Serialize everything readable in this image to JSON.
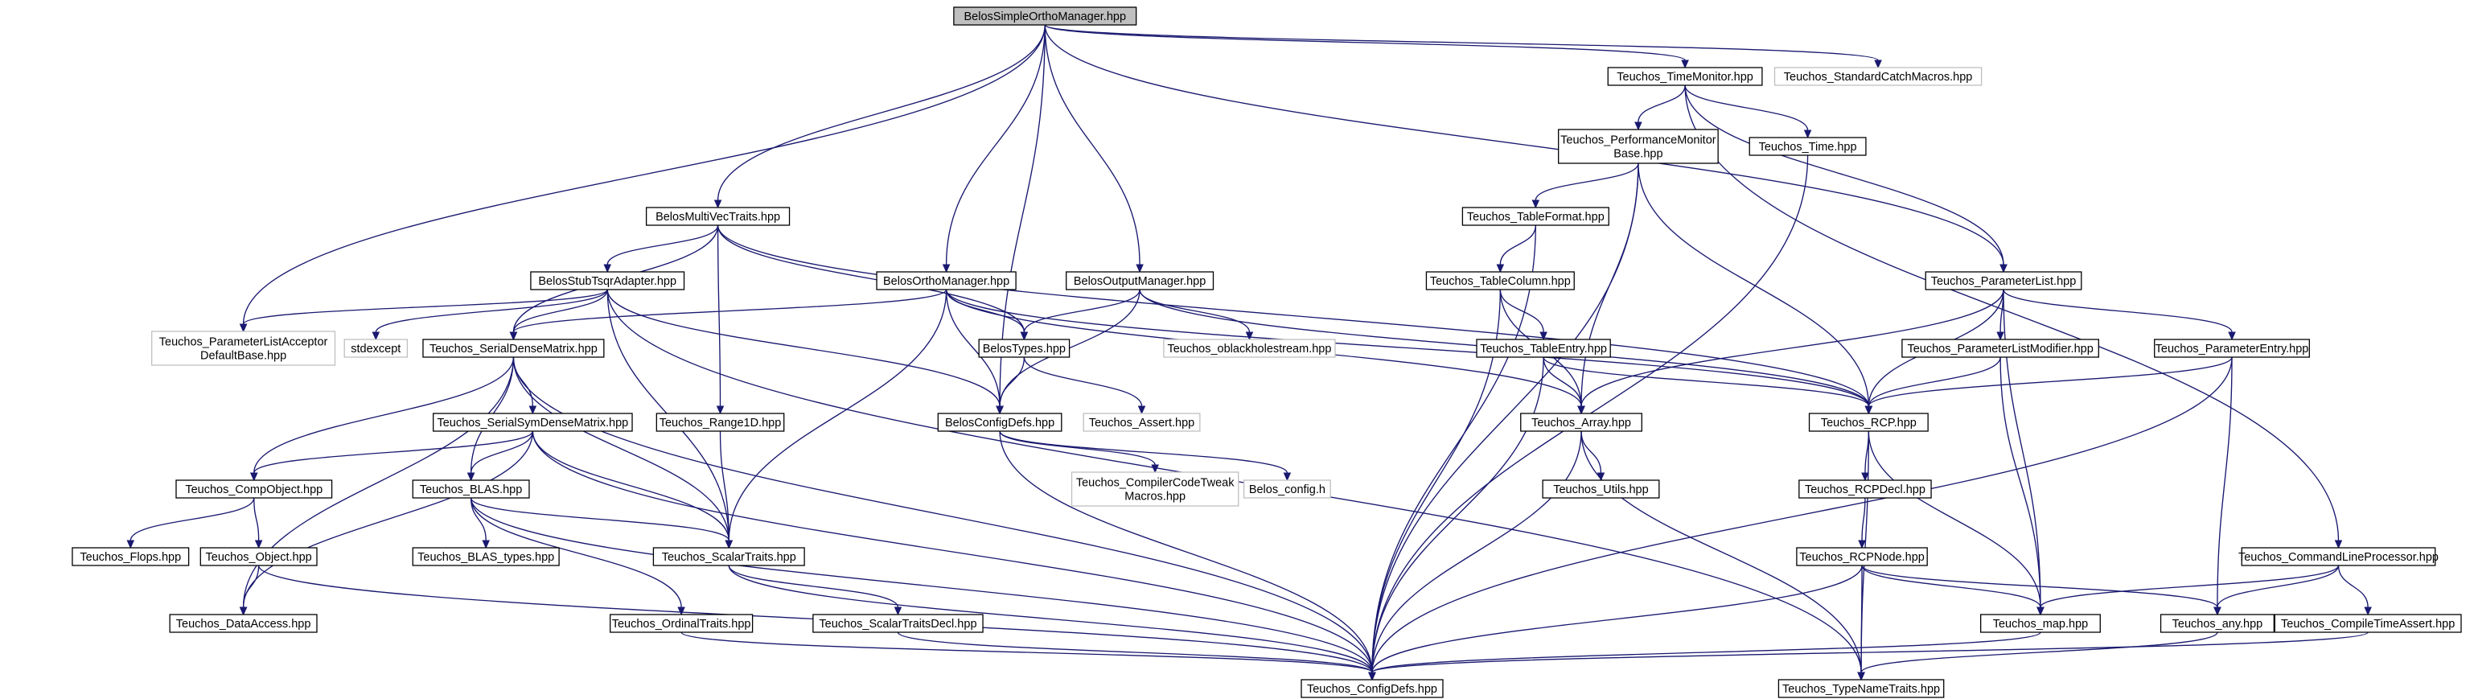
{
  "colors": {
    "edge": "#191970",
    "node_border": "#000000",
    "external_node_border": "#bfbfbf",
    "root_fill": "#bfbfbf",
    "node_fill": "#ffffff",
    "text": "#000000",
    "external_text": "#404040"
  },
  "graph": {
    "nodes": [
      {
        "id": "BelosSimpleOrthoManager",
        "lines": [
          "BelosSimpleOrthoManager.hpp"
        ],
        "kind": "root"
      },
      {
        "id": "TimeMonitor",
        "lines": [
          "Teuchos_TimeMonitor.hpp"
        ],
        "kind": "normal"
      },
      {
        "id": "StandardCatchMacros",
        "lines": [
          "Teuchos_StandardCatchMacros.hpp"
        ],
        "kind": "external"
      },
      {
        "id": "PerformanceMonitorBase",
        "lines": [
          "Teuchos_PerformanceMonitor",
          "Base.hpp"
        ],
        "kind": "normal"
      },
      {
        "id": "Time",
        "lines": [
          "Teuchos_Time.hpp"
        ],
        "kind": "normal"
      },
      {
        "id": "BelosMultiVecTraits",
        "lines": [
          "BelosMultiVecTraits.hpp"
        ],
        "kind": "normal"
      },
      {
        "id": "TableFormat",
        "lines": [
          "Teuchos_TableFormat.hpp"
        ],
        "kind": "normal"
      },
      {
        "id": "BelosStubTsqrAdapter",
        "lines": [
          "BelosStubTsqrAdapter.hpp"
        ],
        "kind": "normal"
      },
      {
        "id": "BelosOrthoManager",
        "lines": [
          "BelosOrthoManager.hpp"
        ],
        "kind": "normal"
      },
      {
        "id": "BelosOutputManager",
        "lines": [
          "BelosOutputManager.hpp"
        ],
        "kind": "normal"
      },
      {
        "id": "TableColumn",
        "lines": [
          "Teuchos_TableColumn.hpp"
        ],
        "kind": "normal"
      },
      {
        "id": "ParameterList",
        "lines": [
          "Teuchos_ParameterList.hpp"
        ],
        "kind": "normal"
      },
      {
        "id": "ParameterListAcceptorDefaultBase",
        "lines": [
          "Teuchos_ParameterListAcceptor",
          "DefaultBase.hpp"
        ],
        "kind": "external"
      },
      {
        "id": "stdexcept",
        "lines": [
          "stdexcept"
        ],
        "kind": "external"
      },
      {
        "id": "SerialDenseMatrix",
        "lines": [
          "Teuchos_SerialDenseMatrix.hpp"
        ],
        "kind": "normal"
      },
      {
        "id": "BelosTypes",
        "lines": [
          "BelosTypes.hpp"
        ],
        "kind": "normal"
      },
      {
        "id": "oblackholestream",
        "lines": [
          "Teuchos_oblackholestream.hpp"
        ],
        "kind": "external"
      },
      {
        "id": "TableEntry",
        "lines": [
          "Teuchos_TableEntry.hpp"
        ],
        "kind": "normal"
      },
      {
        "id": "ParameterListModifier",
        "lines": [
          "Teuchos_ParameterListModifier.hpp"
        ],
        "kind": "normal"
      },
      {
        "id": "ParameterEntry",
        "lines": [
          "Teuchos_ParameterEntry.hpp"
        ],
        "kind": "normal"
      },
      {
        "id": "SerialSymDenseMatrix",
        "lines": [
          "Teuchos_SerialSymDenseMatrix.hpp"
        ],
        "kind": "normal"
      },
      {
        "id": "Range1D",
        "lines": [
          "Teuchos_Range1D.hpp"
        ],
        "kind": "normal"
      },
      {
        "id": "BelosConfigDefs",
        "lines": [
          "BelosConfigDefs.hpp"
        ],
        "kind": "normal"
      },
      {
        "id": "Assert",
        "lines": [
          "Teuchos_Assert.hpp"
        ],
        "kind": "external"
      },
      {
        "id": "Array",
        "lines": [
          "Teuchos_Array.hpp"
        ],
        "kind": "normal"
      },
      {
        "id": "RCP",
        "lines": [
          "Teuchos_RCP.hpp"
        ],
        "kind": "normal"
      },
      {
        "id": "CompObject",
        "lines": [
          "Teuchos_CompObject.hpp"
        ],
        "kind": "normal"
      },
      {
        "id": "BLAS",
        "lines": [
          "Teuchos_BLAS.hpp"
        ],
        "kind": "normal"
      },
      {
        "id": "CompilerCodeTweakMacros",
        "lines": [
          "Teuchos_CompilerCodeTweak",
          "Macros.hpp"
        ],
        "kind": "external"
      },
      {
        "id": "Belos_config",
        "lines": [
          "Belos_config.h"
        ],
        "kind": "external"
      },
      {
        "id": "Utils",
        "lines": [
          "Teuchos_Utils.hpp"
        ],
        "kind": "normal"
      },
      {
        "id": "RCPDecl",
        "lines": [
          "Teuchos_RCPDecl.hpp"
        ],
        "kind": "normal"
      },
      {
        "id": "Flops",
        "lines": [
          "Teuchos_Flops.hpp"
        ],
        "kind": "normal"
      },
      {
        "id": "Object",
        "lines": [
          "Teuchos_Object.hpp"
        ],
        "kind": "normal"
      },
      {
        "id": "BLAS_types",
        "lines": [
          "Teuchos_BLAS_types.hpp"
        ],
        "kind": "normal"
      },
      {
        "id": "ScalarTraits",
        "lines": [
          "Teuchos_ScalarTraits.hpp"
        ],
        "kind": "normal"
      },
      {
        "id": "RCPNode",
        "lines": [
          "Teuchos_RCPNode.hpp"
        ],
        "kind": "normal"
      },
      {
        "id": "CommandLineProcessor",
        "lines": [
          "Teuchos_CommandLineProcessor.hpp"
        ],
        "kind": "normal"
      },
      {
        "id": "DataAccess",
        "lines": [
          "Teuchos_DataAccess.hpp"
        ],
        "kind": "normal"
      },
      {
        "id": "OrdinalTraits",
        "lines": [
          "Teuchos_OrdinalTraits.hpp"
        ],
        "kind": "normal"
      },
      {
        "id": "ScalarTraitsDecl",
        "lines": [
          "Teuchos_ScalarTraitsDecl.hpp"
        ],
        "kind": "normal"
      },
      {
        "id": "map",
        "lines": [
          "Teuchos_map.hpp"
        ],
        "kind": "normal"
      },
      {
        "id": "any",
        "lines": [
          "Teuchos_any.hpp"
        ],
        "kind": "normal"
      },
      {
        "id": "CompileTimeAssert",
        "lines": [
          "Teuchos_CompileTimeAssert.hpp"
        ],
        "kind": "normal"
      },
      {
        "id": "ConfigDefs",
        "lines": [
          "Teuchos_ConfigDefs.hpp"
        ],
        "kind": "normal"
      },
      {
        "id": "TypeNameTraits",
        "lines": [
          "Teuchos_TypeNameTraits.hpp"
        ],
        "kind": "normal"
      }
    ],
    "edges": [
      [
        "BelosSimpleOrthoManager",
        "TimeMonitor"
      ],
      [
        "BelosSimpleOrthoManager",
        "StandardCatchMacros"
      ],
      [
        "BelosSimpleOrthoManager",
        "BelosMultiVecTraits"
      ],
      [
        "BelosSimpleOrthoManager",
        "BelosOrthoManager"
      ],
      [
        "BelosSimpleOrthoManager",
        "BelosOutputManager"
      ],
      [
        "BelosSimpleOrthoManager",
        "ParameterList"
      ],
      [
        "BelosSimpleOrthoManager",
        "ParameterListAcceptorDefaultBase"
      ],
      [
        "BelosSimpleOrthoManager",
        "BelosConfigDefs"
      ],
      [
        "TimeMonitor",
        "PerformanceMonitorBase"
      ],
      [
        "TimeMonitor",
        "Time"
      ],
      [
        "TimeMonitor",
        "ParameterList"
      ],
      [
        "TimeMonitor",
        "CommandLineProcessor"
      ],
      [
        "PerformanceMonitorBase",
        "TableFormat"
      ],
      [
        "PerformanceMonitorBase",
        "ConfigDefs"
      ],
      [
        "PerformanceMonitorBase",
        "Array"
      ],
      [
        "PerformanceMonitorBase",
        "RCP"
      ],
      [
        "Time",
        "ConfigDefs"
      ],
      [
        "TableFormat",
        "TableColumn"
      ],
      [
        "TableFormat",
        "ConfigDefs"
      ],
      [
        "TableColumn",
        "TableEntry"
      ],
      [
        "TableColumn",
        "Array"
      ],
      [
        "TableColumn",
        "ConfigDefs"
      ],
      [
        "TableEntry",
        "Array"
      ],
      [
        "TableEntry",
        "RCP"
      ],
      [
        "TableEntry",
        "ConfigDefs"
      ],
      [
        "BelosMultiVecTraits",
        "BelosStubTsqrAdapter"
      ],
      [
        "BelosMultiVecTraits",
        "SerialDenseMatrix"
      ],
      [
        "BelosMultiVecTraits",
        "BelosTypes"
      ],
      [
        "BelosMultiVecTraits",
        "Range1D"
      ],
      [
        "BelosMultiVecTraits",
        "RCP"
      ],
      [
        "BelosStubTsqrAdapter",
        "ParameterListAcceptorDefaultBase"
      ],
      [
        "BelosStubTsqrAdapter",
        "stdexcept"
      ],
      [
        "BelosStubTsqrAdapter",
        "SerialDenseMatrix"
      ],
      [
        "BelosStubTsqrAdapter",
        "BelosConfigDefs"
      ],
      [
        "BelosStubTsqrAdapter",
        "ScalarTraits"
      ],
      [
        "BelosStubTsqrAdapter",
        "TypeNameTraits"
      ],
      [
        "BelosOrthoManager",
        "SerialDenseMatrix"
      ],
      [
        "BelosOrthoManager",
        "BelosTypes"
      ],
      [
        "BelosOrthoManager",
        "BelosConfigDefs"
      ],
      [
        "BelosOrthoManager",
        "Array"
      ],
      [
        "BelosOrthoManager",
        "ScalarTraits"
      ],
      [
        "BelosOrthoManager",
        "RCP"
      ],
      [
        "BelosOutputManager",
        "BelosTypes"
      ],
      [
        "BelosOutputManager",
        "BelosConfigDefs"
      ],
      [
        "BelosOutputManager",
        "oblackholestream"
      ],
      [
        "BelosOutputManager",
        "RCP"
      ],
      [
        "BelosTypes",
        "BelosConfigDefs"
      ],
      [
        "BelosTypes",
        "Assert"
      ],
      [
        "BelosConfigDefs",
        "CompilerCodeTweakMacros"
      ],
      [
        "BelosConfigDefs",
        "Belos_config"
      ],
      [
        "BelosConfigDefs",
        "ConfigDefs"
      ],
      [
        "SerialDenseMatrix",
        "SerialSymDenseMatrix"
      ],
      [
        "SerialDenseMatrix",
        "CompObject"
      ],
      [
        "SerialDenseMatrix",
        "BLAS"
      ],
      [
        "SerialDenseMatrix",
        "ScalarTraits"
      ],
      [
        "SerialDenseMatrix",
        "DataAccess"
      ],
      [
        "SerialDenseMatrix",
        "ConfigDefs"
      ],
      [
        "SerialSymDenseMatrix",
        "CompObject"
      ],
      [
        "SerialSymDenseMatrix",
        "BLAS"
      ],
      [
        "SerialSymDenseMatrix",
        "ScalarTraits"
      ],
      [
        "SerialSymDenseMatrix",
        "DataAccess"
      ],
      [
        "SerialSymDenseMatrix",
        "ConfigDefs"
      ],
      [
        "CompObject",
        "Flops"
      ],
      [
        "CompObject",
        "Object"
      ],
      [
        "Object",
        "DataAccess"
      ],
      [
        "Object",
        "ConfigDefs"
      ],
      [
        "BLAS",
        "BLAS_types"
      ],
      [
        "BLAS",
        "ScalarTraits"
      ],
      [
        "BLAS",
        "OrdinalTraits"
      ],
      [
        "BLAS",
        "ConfigDefs"
      ],
      [
        "Range1D",
        "ScalarTraits"
      ],
      [
        "ScalarTraits",
        "ScalarTraitsDecl"
      ],
      [
        "ScalarTraits",
        "ConfigDefs"
      ],
      [
        "ScalarTraitsDecl",
        "ConfigDefs"
      ],
      [
        "OrdinalTraits",
        "ConfigDefs"
      ],
      [
        "Array",
        "Utils"
      ],
      [
        "Array",
        "ConfigDefs"
      ],
      [
        "Array",
        "TypeNameTraits"
      ],
      [
        "ParameterList",
        "ParameterListModifier"
      ],
      [
        "ParameterList",
        "ParameterEntry"
      ],
      [
        "ParameterList",
        "RCP"
      ],
      [
        "ParameterList",
        "Array"
      ],
      [
        "ParameterList",
        "map"
      ],
      [
        "ParameterListModifier",
        "RCP"
      ],
      [
        "ParameterListModifier",
        "map"
      ],
      [
        "ParameterEntry",
        "RCP"
      ],
      [
        "ParameterEntry",
        "any"
      ],
      [
        "ParameterEntry",
        "ConfigDefs"
      ],
      [
        "RCP",
        "RCPDecl"
      ],
      [
        "RCP",
        "map"
      ],
      [
        "RCP",
        "TypeNameTraits"
      ],
      [
        "RCPDecl",
        "RCPNode"
      ],
      [
        "RCPNode",
        "map"
      ],
      [
        "RCPNode",
        "any"
      ],
      [
        "RCPNode",
        "ConfigDefs"
      ],
      [
        "RCPNode",
        "TypeNameTraits"
      ],
      [
        "CommandLineProcessor",
        "map"
      ],
      [
        "CommandLineProcessor",
        "any"
      ],
      [
        "CommandLineProcessor",
        "CompileTimeAssert"
      ],
      [
        "map",
        "ConfigDefs"
      ],
      [
        "any",
        "TypeNameTraits"
      ],
      [
        "CompileTimeAssert",
        "ConfigDefs"
      ]
    ]
  }
}
